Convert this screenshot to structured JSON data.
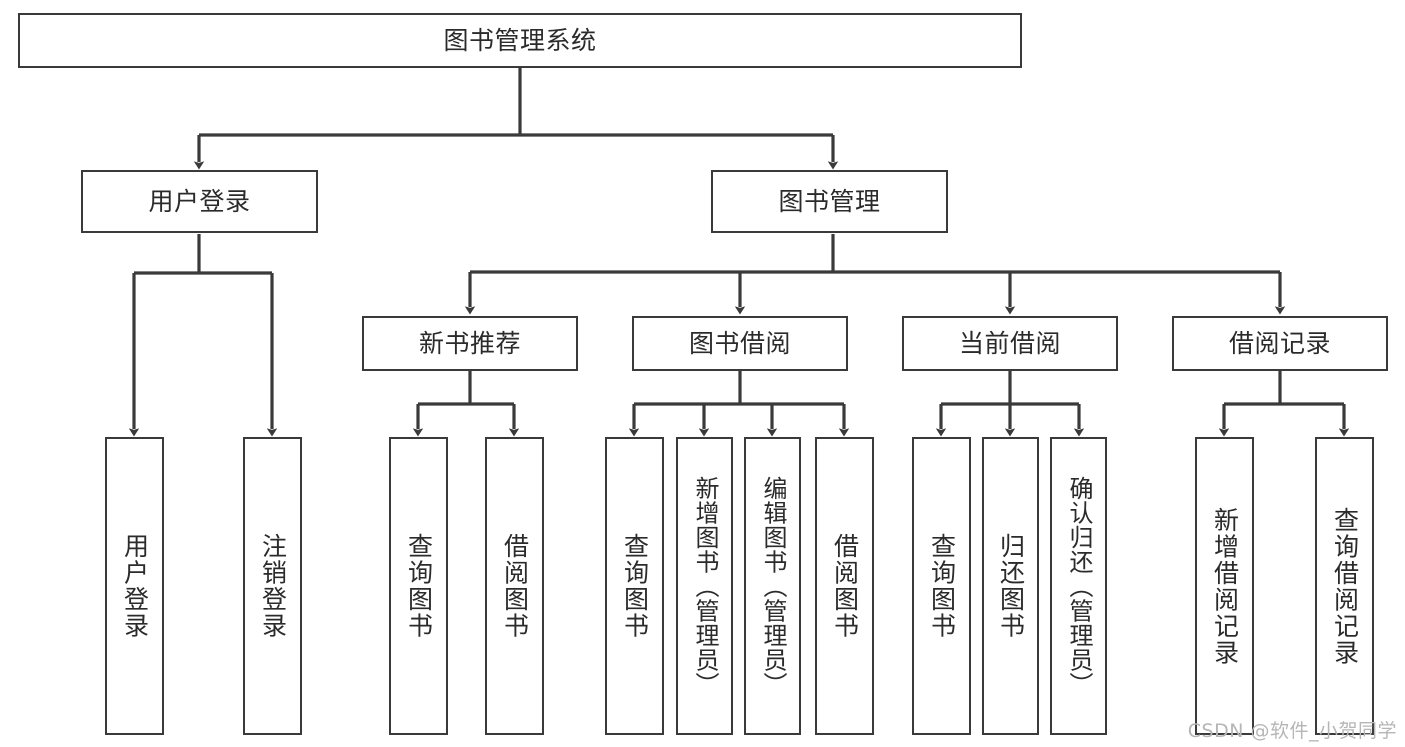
{
  "diagram": {
    "title": "图书管理系统",
    "type": "功能结构图",
    "root": {
      "id": "root",
      "label": "图书管理系统",
      "orientation": "horizontal"
    },
    "level2": [
      {
        "id": "user-login",
        "label": "用户登录",
        "orientation": "horizontal"
      },
      {
        "id": "book-manage",
        "label": "图书管理",
        "orientation": "horizontal"
      }
    ],
    "level3": [
      {
        "id": "new-book-recommend",
        "label": "新书推荐",
        "orientation": "horizontal",
        "parent": "book-manage"
      },
      {
        "id": "book-borrow",
        "label": "图书借阅",
        "orientation": "horizontal",
        "parent": "book-manage"
      },
      {
        "id": "current-borrow",
        "label": "当前借阅",
        "orientation": "horizontal",
        "parent": "book-manage"
      },
      {
        "id": "borrow-record",
        "label": "借阅记录",
        "orientation": "horizontal",
        "parent": "book-manage"
      }
    ],
    "leaves": [
      {
        "id": "leaf-user-login",
        "label": "用户登录",
        "orientation": "vertical",
        "parent": "user-login"
      },
      {
        "id": "leaf-logout",
        "label": "注销登录",
        "orientation": "vertical",
        "parent": "user-login"
      },
      {
        "id": "leaf-query-book-1",
        "label": "查询图书",
        "orientation": "vertical",
        "parent": "new-book-recommend"
      },
      {
        "id": "leaf-borrow-book-1",
        "label": "借阅图书",
        "orientation": "vertical",
        "parent": "new-book-recommend"
      },
      {
        "id": "leaf-query-book-2",
        "label": "查询图书",
        "orientation": "vertical",
        "parent": "book-borrow"
      },
      {
        "id": "leaf-add-book",
        "label": "新增图书（管理员）",
        "orientation": "vertical",
        "parent": "book-borrow"
      },
      {
        "id": "leaf-edit-book",
        "label": "编辑图书（管理员）",
        "orientation": "vertical",
        "parent": "book-borrow"
      },
      {
        "id": "leaf-borrow-book-2",
        "label": "借阅图书",
        "orientation": "vertical",
        "parent": "book-borrow"
      },
      {
        "id": "leaf-query-book-3",
        "label": "查询图书",
        "orientation": "vertical",
        "parent": "current-borrow"
      },
      {
        "id": "leaf-return-book",
        "label": "归还图书",
        "orientation": "vertical",
        "parent": "current-borrow"
      },
      {
        "id": "leaf-confirm-return",
        "label": "确认归还（管理员）",
        "orientation": "vertical",
        "parent": "current-borrow"
      },
      {
        "id": "leaf-add-record",
        "label": "新增借阅记录",
        "orientation": "vertical",
        "parent": "borrow-record"
      },
      {
        "id": "leaf-query-record",
        "label": "查询借阅记录",
        "orientation": "vertical",
        "parent": "borrow-record"
      }
    ],
    "colors": {
      "box_border": "#3a3a3a",
      "box_fill": "#ffffff",
      "connector": "#3a3a3a",
      "text": "#2b2b2b",
      "watermark": "#b6b6b6",
      "background": "#ffffff"
    }
  },
  "watermark": {
    "text": "CSDN @软件_小贺同学"
  }
}
